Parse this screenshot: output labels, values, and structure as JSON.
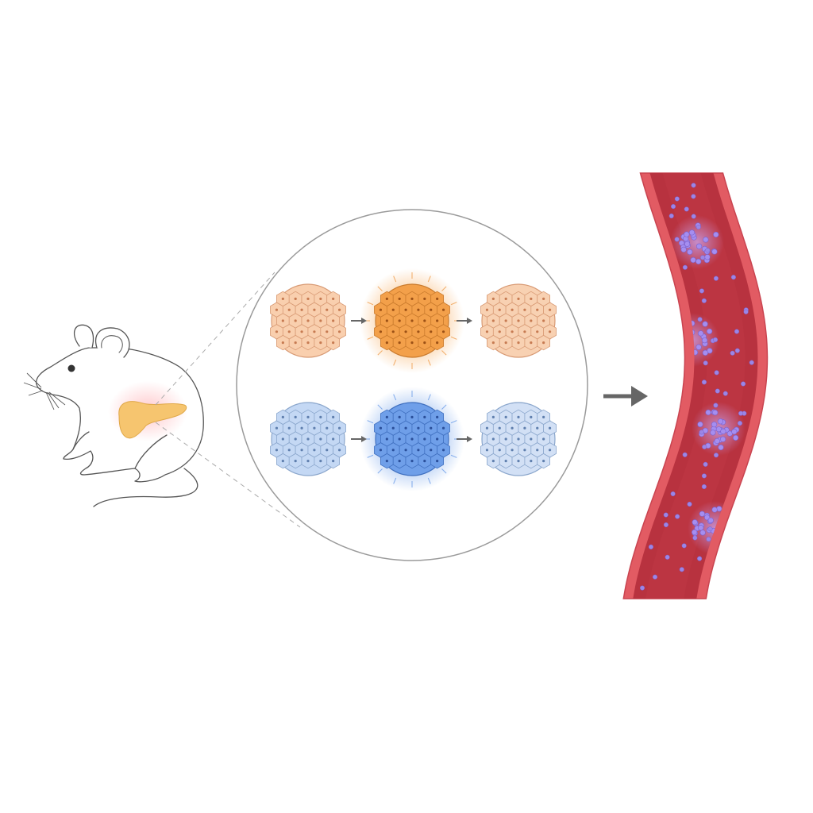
{
  "colors": {
    "background": "#ffffff",
    "outline": "#555555",
    "pancreas": "#f6c56f",
    "pancreas_glow": "#ff9aa0",
    "orange_light": "#f8c8a2",
    "orange_bright": "#f39a3d",
    "blue_light": "#bcd3f2",
    "blue_bright": "#5f95e8",
    "arrow": "#666666",
    "vessel_wall": "#e25b63",
    "vessel_lumen": "#b8323f",
    "vessel_inner": "#c9404d",
    "blood_particle": "#9b86e6",
    "cluster_glow": "#b598ee",
    "zoom_circle": "#9a9a9a"
  },
  "icons": {
    "mouse": "mouse-outline-icon",
    "pancreas": "pancreas-icon",
    "islet": "islet-cluster-icon",
    "arrow": "arrow-right-icon",
    "vessel": "blood-vessel-icon"
  },
  "islet_rows": [
    {
      "name": "orange",
      "states": [
        "resting",
        "activated",
        "recovered"
      ]
    },
    {
      "name": "blue",
      "states": [
        "resting",
        "activated",
        "recovered"
      ]
    }
  ]
}
